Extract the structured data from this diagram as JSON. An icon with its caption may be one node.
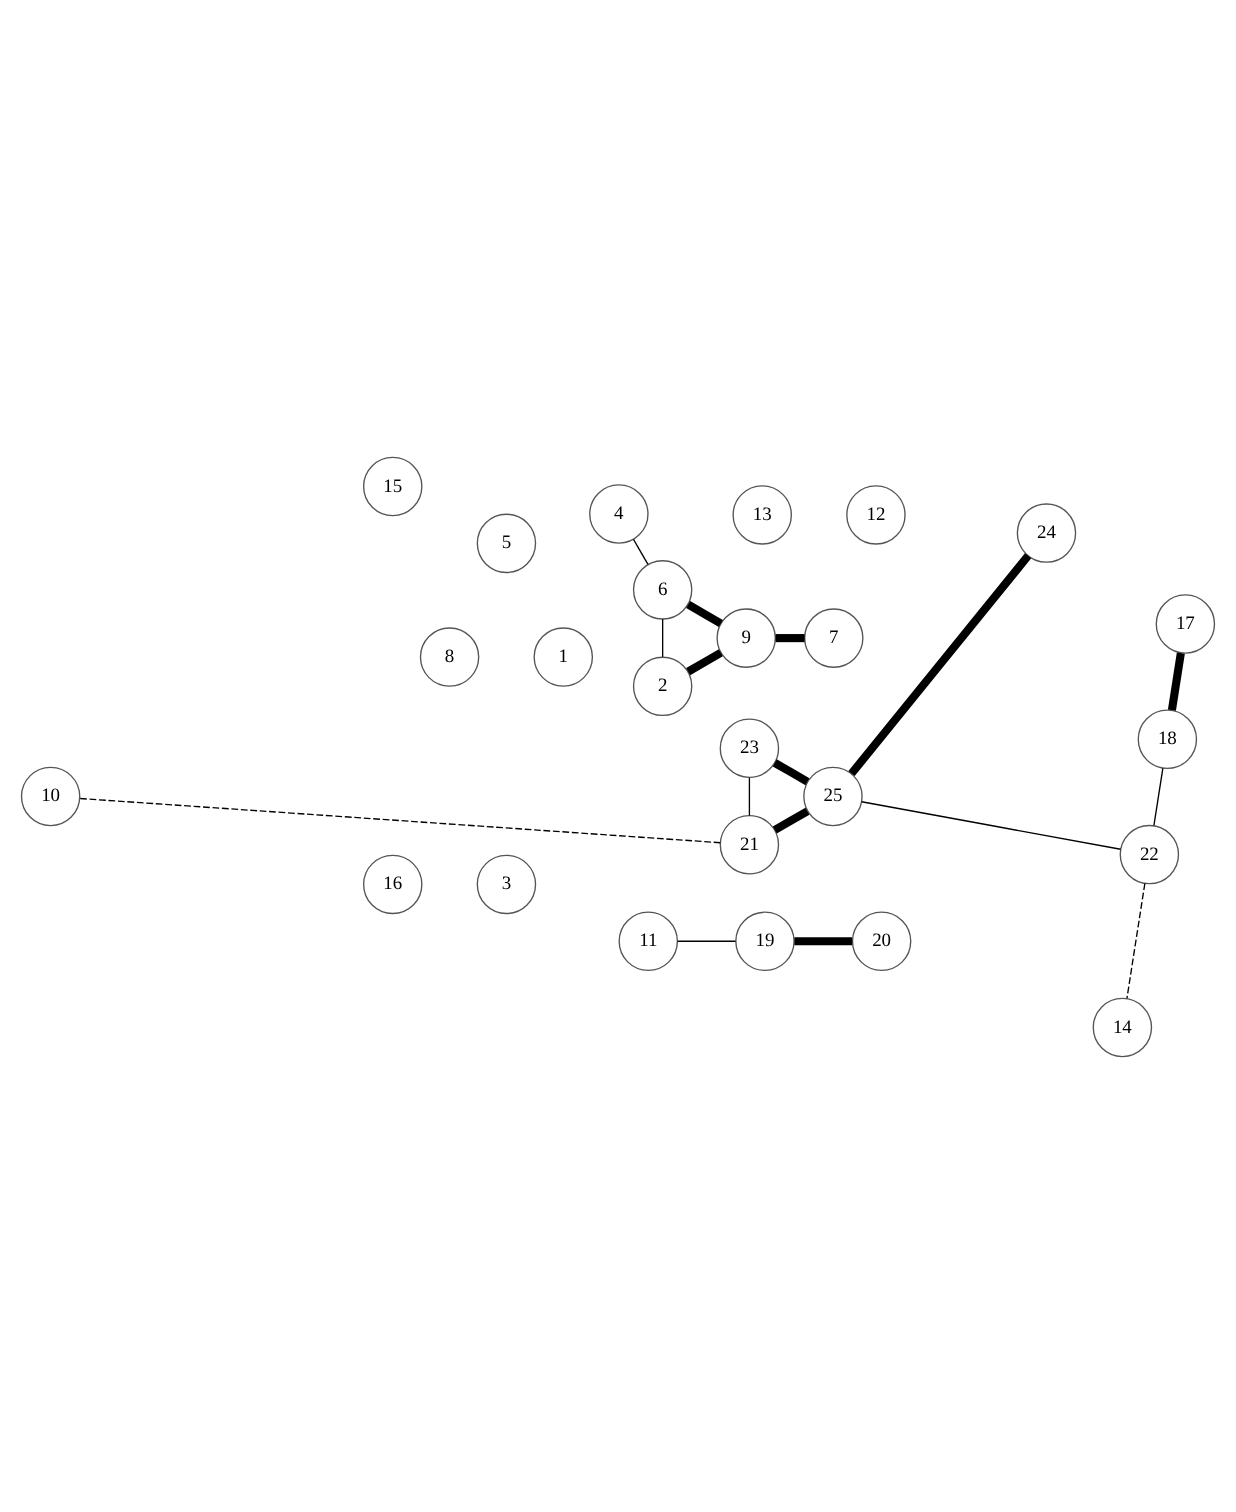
{
  "diagram": {
    "nodes": [
      {
        "text": [
          "1"
        ]
      },
      {
        "text": [
          "2"
        ]
      },
      {
        "text": [
          "3"
        ]
      },
      {
        "text": [
          "4"
        ]
      },
      {
        "text": [
          "5"
        ]
      },
      {
        "text": [
          "6"
        ]
      },
      {
        "text": [
          "7"
        ]
      },
      {
        "text": [
          "8"
        ]
      },
      {
        "text": [
          "9"
        ]
      },
      {
        "text": [
          "10"
        ]
      },
      {
        "text": [
          "11"
        ]
      },
      {
        "text": [
          "12"
        ]
      },
      {
        "text": [
          "13"
        ]
      },
      {
        "text": [
          "14"
        ]
      },
      {
        "text": [
          "15"
        ]
      },
      {
        "text": [
          "16"
        ]
      },
      {
        "text": [
          "17"
        ]
      },
      {
        "text": [
          "18"
        ]
      },
      {
        "text": [
          "19"
        ]
      },
      {
        "text": [
          "20"
        ]
      },
      {
        "text": [
          "21"
        ]
      },
      {
        "text": [
          "22"
        ]
      },
      {
        "text": [
          "23"
        ]
      },
      {
        "text": [
          "24"
        ]
      },
      {
        "text": [
          "25"
        ]
      }
    ],
    "edges": [
      {
        "from": 24,
        "to": 23,
        "arrow": "none",
        "style": "thick"
      },
      {
        "from": 24,
        "to": 22,
        "arrow": "none",
        "style": "thick"
      },
      {
        "from": 24,
        "to": 20,
        "arrow": "none",
        "style": "thick"
      },
      {
        "from": 24,
        "to": 21,
        "arrow": "none"
      },
      {
        "from": 22,
        "to": 20,
        "arrow": "none"
      },
      {
        "from": 21,
        "to": 17,
        "arrow": "none"
      },
      {
        "from": 21,
        "to": 13,
        "arrow": "none",
        "style": "dashed"
      },
      {
        "from": 20,
        "to": 9,
        "arrow": "none",
        "style": "dashed"
      },
      {
        "from": 19,
        "to": 18,
        "arrow": "none",
        "style": "thick"
      },
      {
        "from": 18,
        "to": 10,
        "arrow": "none"
      },
      {
        "from": 17,
        "to": 16,
        "arrow": "none",
        "style": "thick"
      },
      {
        "from": 1,
        "to": 8,
        "arrow": "none",
        "style": "thick"
      },
      {
        "from": 1,
        "to": 5,
        "arrow": "none"
      },
      {
        "from": 3,
        "to": 5,
        "arrow": "none"
      },
      {
        "from": 5,
        "to": 8,
        "arrow": "none",
        "style": "thick"
      },
      {
        "from": 6,
        "to": 8,
        "arrow": "none",
        "style": "thick"
      }
    ]
  }
}
